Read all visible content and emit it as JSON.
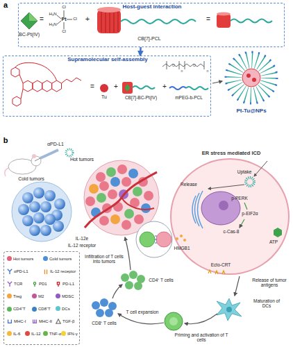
{
  "diagram": {
    "nodes": [
      {
        "text": [
          "Host-guest interaction"
        ]
      },
      {
        "text": [
          "Supramolecular self-assembly"
        ]
      },
      {
        "text": [
          "ER stress mediated ICD"
        ]
      }
    ],
    "edges": [
      {
        "from": 0,
        "to": 1,
        "arrow": "to"
      }
    ],
    "labels": [
      "a",
      "BC-Pt(IV)",
      "=",
      "Cl",
      "H₃N",
      "Pt",
      "Cl",
      "H₃N",
      "Cl",
      "+",
      "CB[7]-PCL",
      "=",
      "O",
      "n",
      "O",
      "n",
      "=",
      "Tu",
      "+",
      "CB[7]-BC-Pt(IV)",
      "+",
      "mPEG-b-PCL",
      "Pt-Tu@NPs",
      "b",
      "αPD-L1",
      "Hot tumors",
      "Cold tumors",
      "IL-12e",
      "IL-12 receptor",
      "Uptake",
      "Release",
      "p-PERK",
      "p-EIF2α",
      "c-Cas-8",
      "ATP",
      "HMGB1",
      "Ecto-CRT",
      "Release of tumor antigens",
      "Maturation of DCs",
      "Priming and activation of T cells",
      "T cell expansion",
      "CD4⁺ T cells",
      "CD8⁺ T cells",
      "Infiltration of T cells into tumors"
    ],
    "legend": [
      {
        "text": "Hot tumors",
        "color": "#e0607a"
      },
      {
        "text": "Cold tumors",
        "color": "#4a90d9"
      },
      {
        "text": "αPD-L1"
      },
      {
        "text": "IL-12 receptor"
      },
      {
        "text": "TCR"
      },
      {
        "text": "PD1"
      },
      {
        "text": "PD-L1"
      },
      {
        "text": "Treg",
        "color": "#f2a541"
      },
      {
        "text": "M2",
        "color": "#c0569b"
      },
      {
        "text": "MDSC",
        "color": "#8e5cc4"
      },
      {
        "text": "CD4⁺T",
        "color": "#57b85a"
      },
      {
        "text": "CD8⁺T",
        "color": "#3b82c4"
      },
      {
        "text": "DCs",
        "color": "#5cc6d0"
      },
      {
        "text": "MHC-I"
      },
      {
        "text": "MHC-II"
      },
      {
        "text": "TGF-β"
      },
      {
        "text": "IL-6",
        "color": "#f5b83d"
      },
      {
        "text": "IL-12",
        "color": "#e2483f"
      },
      {
        "text": "TNF-α",
        "color": "#69b34c"
      },
      {
        "text": "IFN-γ",
        "color": "#f0d43a"
      }
    ]
  }
}
